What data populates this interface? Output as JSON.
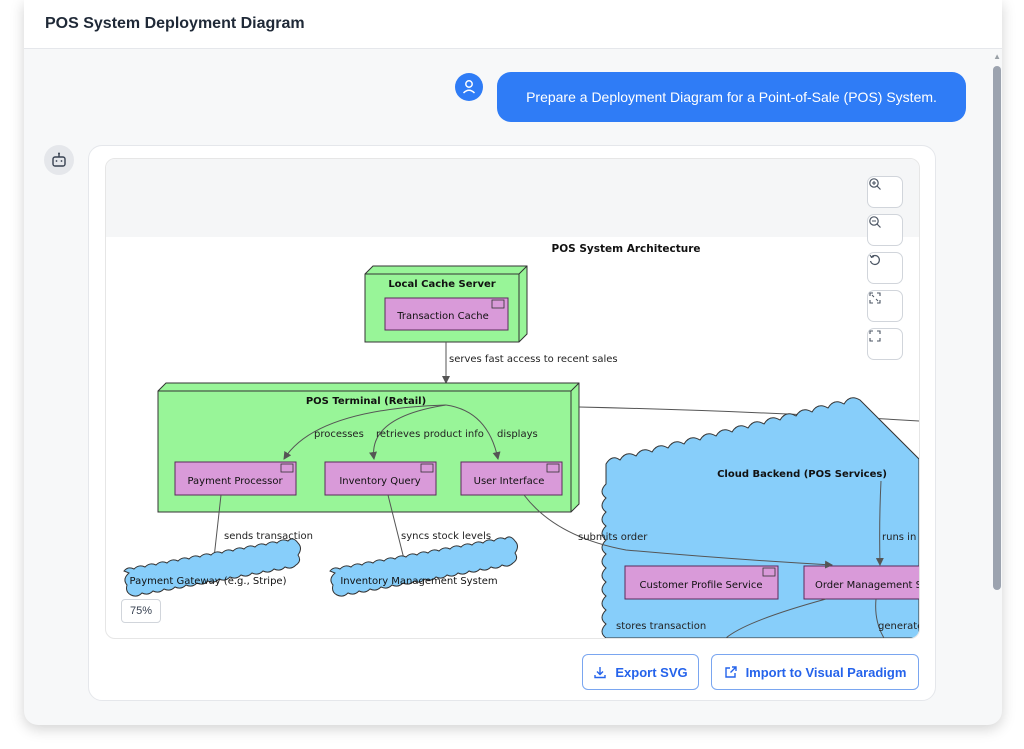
{
  "window": {
    "title": "POS System Deployment Diagram"
  },
  "chat": {
    "user_message": "Prepare a Deployment Diagram for a Point-of-Sale (POS) System."
  },
  "diagram": {
    "title": "POS System Architecture",
    "nodes": {
      "local_cache_server": "Local Cache Server",
      "transaction_cache": "Transaction Cache",
      "pos_terminal": "POS Terminal (Retail)",
      "payment_processor": "Payment Processor",
      "inventory_query": "Inventory Query",
      "user_interface": "User Interface",
      "cloud_backend": "Cloud Backend (POS Services)",
      "customer_profile_service": "Customer Profile Service",
      "order_management_service": "Order Management S",
      "payment_gateway": "Payment Gateway (e.g., Stripe)",
      "inventory_management_system": "Inventory Management System"
    },
    "edges": {
      "serves": "serves fast access to recent sales",
      "processes": "processes",
      "retrieves": "retrieves product info",
      "displays": "displays",
      "sends": "sends transaction",
      "syncs": "syncs stock levels",
      "submits": "submits order",
      "runs_in": "runs in",
      "stores": "stores transaction",
      "generates": "generate"
    },
    "zoom_level": "75%"
  },
  "toolbar": {
    "zoom_in_icon": "zoom-in-icon",
    "zoom_out_icon": "zoom-out-icon",
    "reset_icon": "reset-icon",
    "fit_icon": "fit-icon",
    "fullscreen_icon": "fullscreen-icon"
  },
  "actions": {
    "export_svg": "Export SVG",
    "import_vp": "Import to Visual Paradigm"
  },
  "colors": {
    "accent": "#2f7cf6",
    "node_green": "#98f598",
    "component_purple": "#d99ad9",
    "cloud_blue": "#87cefa"
  }
}
